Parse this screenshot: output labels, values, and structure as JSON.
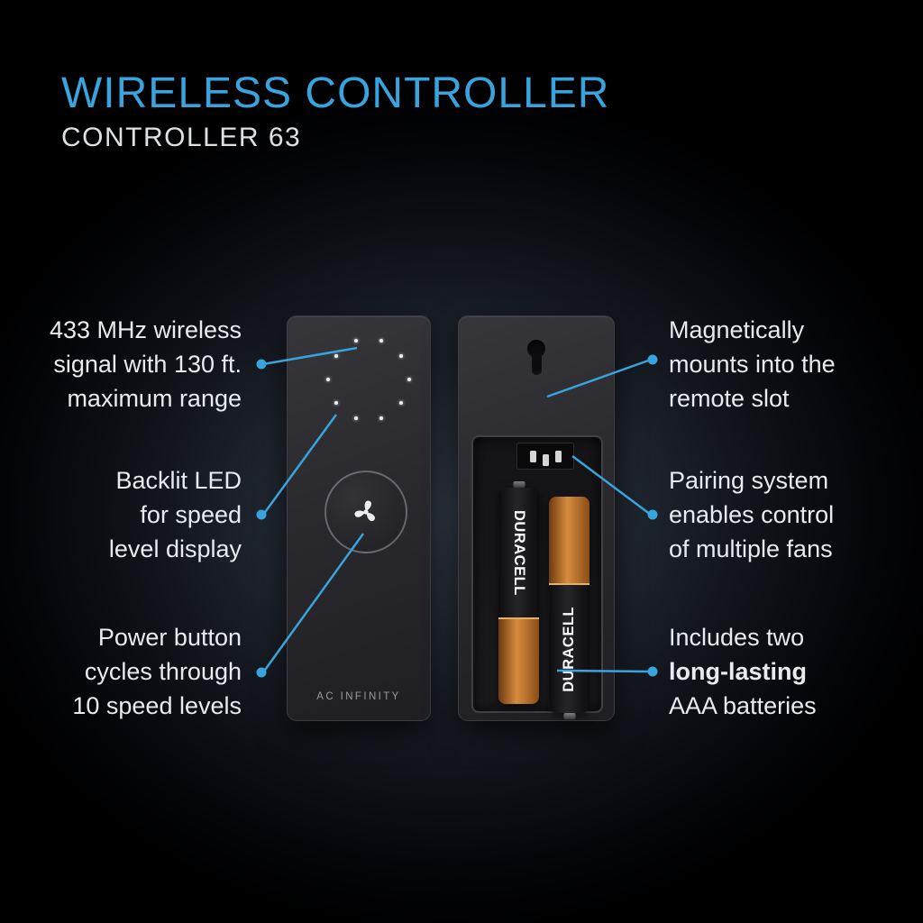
{
  "colors": {
    "accent": "#38A3DC",
    "background": "#000000",
    "text": "#E8EBED"
  },
  "header": {
    "title": "WIRELESS CONTROLLER",
    "subtitle": "CONTROLLER 63"
  },
  "device": {
    "front_brand": "AC INFINITY",
    "battery_brand": "DURACELL"
  },
  "callouts": {
    "left": [
      {
        "lines": [
          "433 MHz wireless",
          "signal with 130 ft.",
          "maximum range"
        ]
      },
      {
        "lines": [
          "Backlit LED",
          "for speed",
          "level display"
        ]
      },
      {
        "lines": [
          "Power button",
          "cycles through",
          "10 speed levels"
        ]
      }
    ],
    "right": [
      {
        "lines": [
          "Magnetically",
          "mounts into the",
          "remote slot"
        ]
      },
      {
        "lines": [
          "Pairing system",
          "enables control",
          "of multiple fans"
        ]
      },
      {
        "lines": [
          "Includes two",
          "long-lasting",
          "AAA batteries"
        ],
        "bold_line": 1
      }
    ]
  }
}
